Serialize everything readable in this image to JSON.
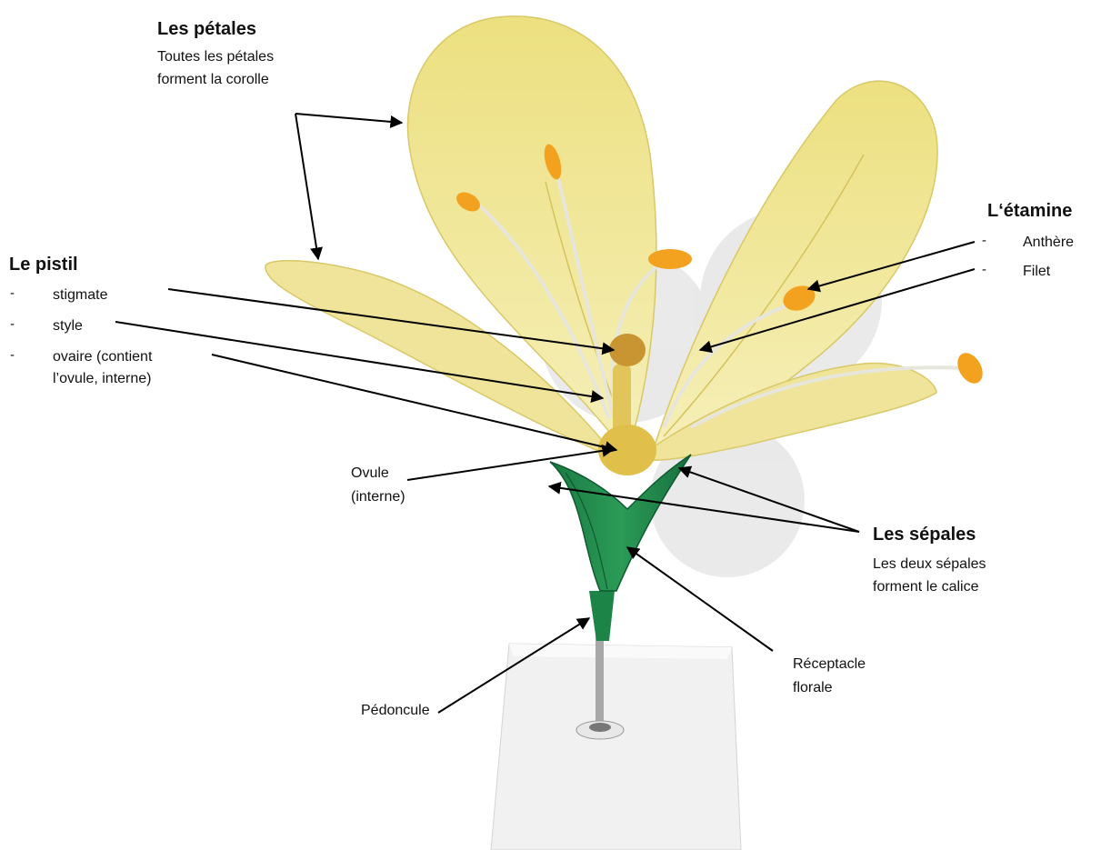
{
  "labels": {
    "petales": {
      "title": "Les pétales",
      "line1": "Toutes les pétales",
      "line2": "forment la corolle"
    },
    "pistil": {
      "title": "Le pistil",
      "items": [
        "stigmate",
        "style",
        "ovaire (contient",
        "l’ovule, interne)"
      ]
    },
    "etamine": {
      "title": "L‘étamine",
      "items": [
        "Anthère",
        "Filet"
      ]
    },
    "ovule": {
      "line1": "Ovule",
      "line2": "(interne)"
    },
    "sepales": {
      "title": "Les sépales",
      "line1": "Les deux sépales",
      "line2": "forment le calice"
    },
    "receptacle": {
      "line1": "Réceptacle",
      "line2": "florale"
    },
    "pedoncule": "Pédoncule"
  },
  "colors": {
    "petal": "#f2e79a",
    "petal_shadow": "#d9c766",
    "anther": "#f3a21f",
    "sepal": "#1f8a4c",
    "base": "#eeeeee"
  }
}
